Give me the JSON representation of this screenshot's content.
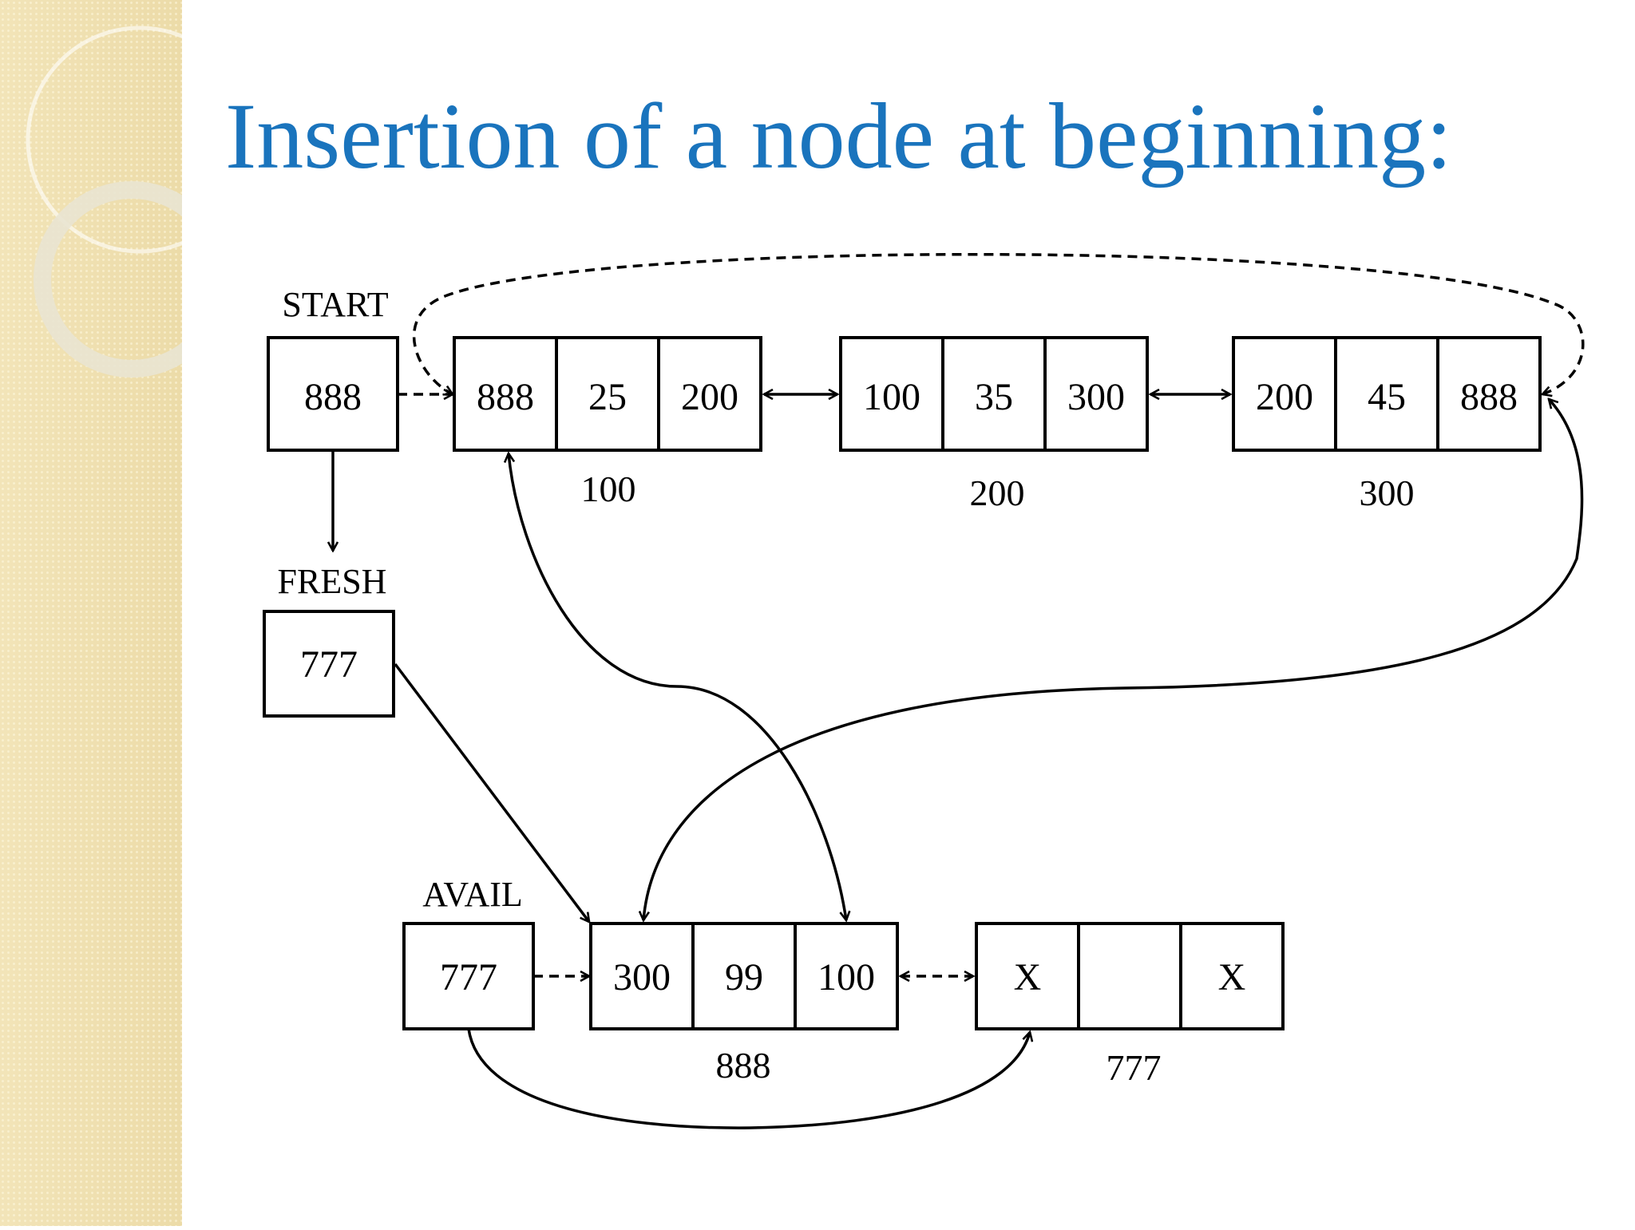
{
  "title": "Insertion of a node at beginning:",
  "colors": {
    "title": "#1a74bd",
    "sidebar": "#efe0b0",
    "line": "#000000"
  },
  "pointers": {
    "start": {
      "label": "START",
      "value": "888"
    },
    "fresh": {
      "label": "FRESH",
      "value": "777"
    },
    "avail": {
      "label": "AVAIL",
      "value": "777"
    }
  },
  "list_nodes": [
    {
      "address": "100",
      "prev": "888",
      "info": "25",
      "next": "200"
    },
    {
      "address": "200",
      "prev": "100",
      "info": "35",
      "next": "300"
    },
    {
      "address": "300",
      "prev": "200",
      "info": "45",
      "next": "888"
    }
  ],
  "avail_nodes": [
    {
      "address": "888",
      "prev": "300",
      "info": "99",
      "next": "100"
    },
    {
      "address": "777",
      "prev": "X",
      "info": "",
      "next": "X"
    }
  ]
}
